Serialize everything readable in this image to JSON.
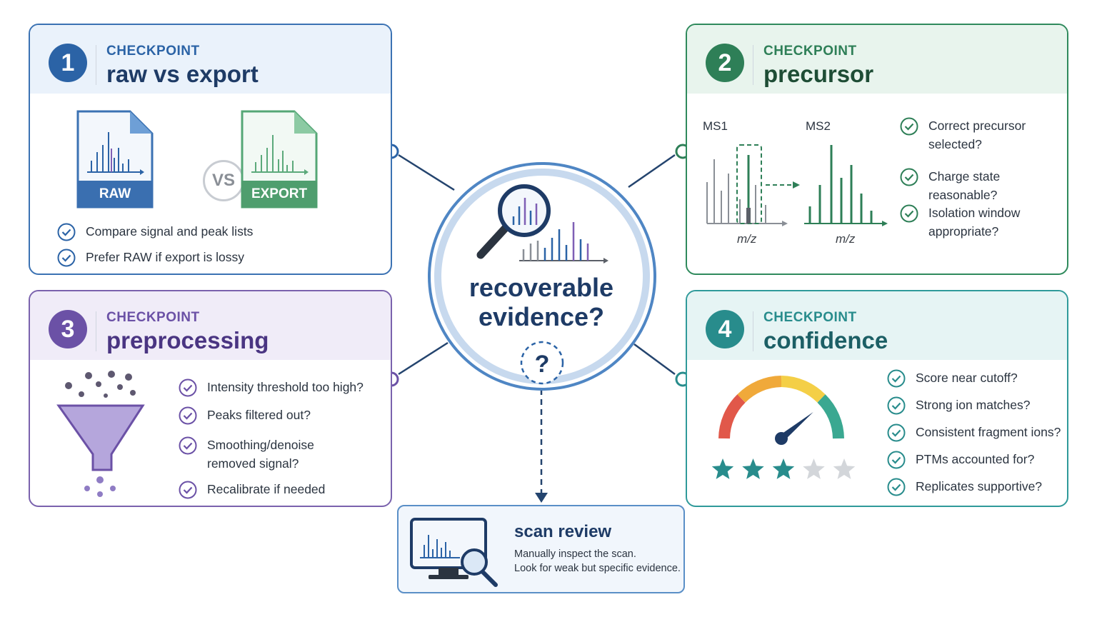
{
  "center": {
    "line1": "recoverable",
    "line2": "evidence?",
    "qmark": "?"
  },
  "card1": {
    "number": "1",
    "kicker": "CHECKPOINT",
    "title": "raw vs export",
    "raw_label": "RAW",
    "export_label": "EXPORT",
    "vs": "VS",
    "checks": [
      "Compare signal and peak lists",
      "Prefer RAW if export is lossy"
    ]
  },
  "card2": {
    "number": "2",
    "kicker": "CHECKPOINT",
    "title": "precursor",
    "ms1": "MS1",
    "ms2": "MS2",
    "mz1": "m/z",
    "mz2": "m/z",
    "checks": [
      {
        "line1": "Correct precursor",
        "line2": "selected?"
      },
      {
        "line1": "Charge state reasonable?",
        "line2": ""
      },
      {
        "line1": "Isolation window",
        "line2": "appropriate?"
      }
    ]
  },
  "card3": {
    "number": "3",
    "kicker": "CHECKPOINT",
    "title": "preprocessing",
    "checks": [
      {
        "line1": "Intensity threshold too high?",
        "line2": ""
      },
      {
        "line1": "Peaks filtered out?",
        "line2": ""
      },
      {
        "line1": "Smoothing/denoise",
        "line2": "removed signal?"
      },
      {
        "line1": "Recalibrate if needed",
        "line2": ""
      }
    ]
  },
  "card4": {
    "number": "4",
    "kicker": "CHECKPOINT",
    "title": "confidence",
    "rating": {
      "filled": 3,
      "total": 5
    },
    "gauge_level": 0.78,
    "checks": [
      "Score near cutoff?",
      "Strong ion matches?",
      "Consistent fragment ions?",
      "PTMs accounted for?",
      "Replicates supportive?"
    ]
  },
  "scan_review": {
    "title": "scan review",
    "line1": "Manually inspect the scan.",
    "line2": "Look for weak but specific evidence."
  },
  "colors": {
    "blue": "#2b63a6",
    "green": "#2e7f57",
    "purple": "#6b51a6",
    "teal": "#288c8c",
    "navy": "#1e3b66"
  },
  "icons": [
    "magnifier-icon",
    "spectrum-icon",
    "file-icon",
    "funnel-icon",
    "gauge-icon",
    "star-icon",
    "monitor-icon",
    "check-circle-icon"
  ]
}
